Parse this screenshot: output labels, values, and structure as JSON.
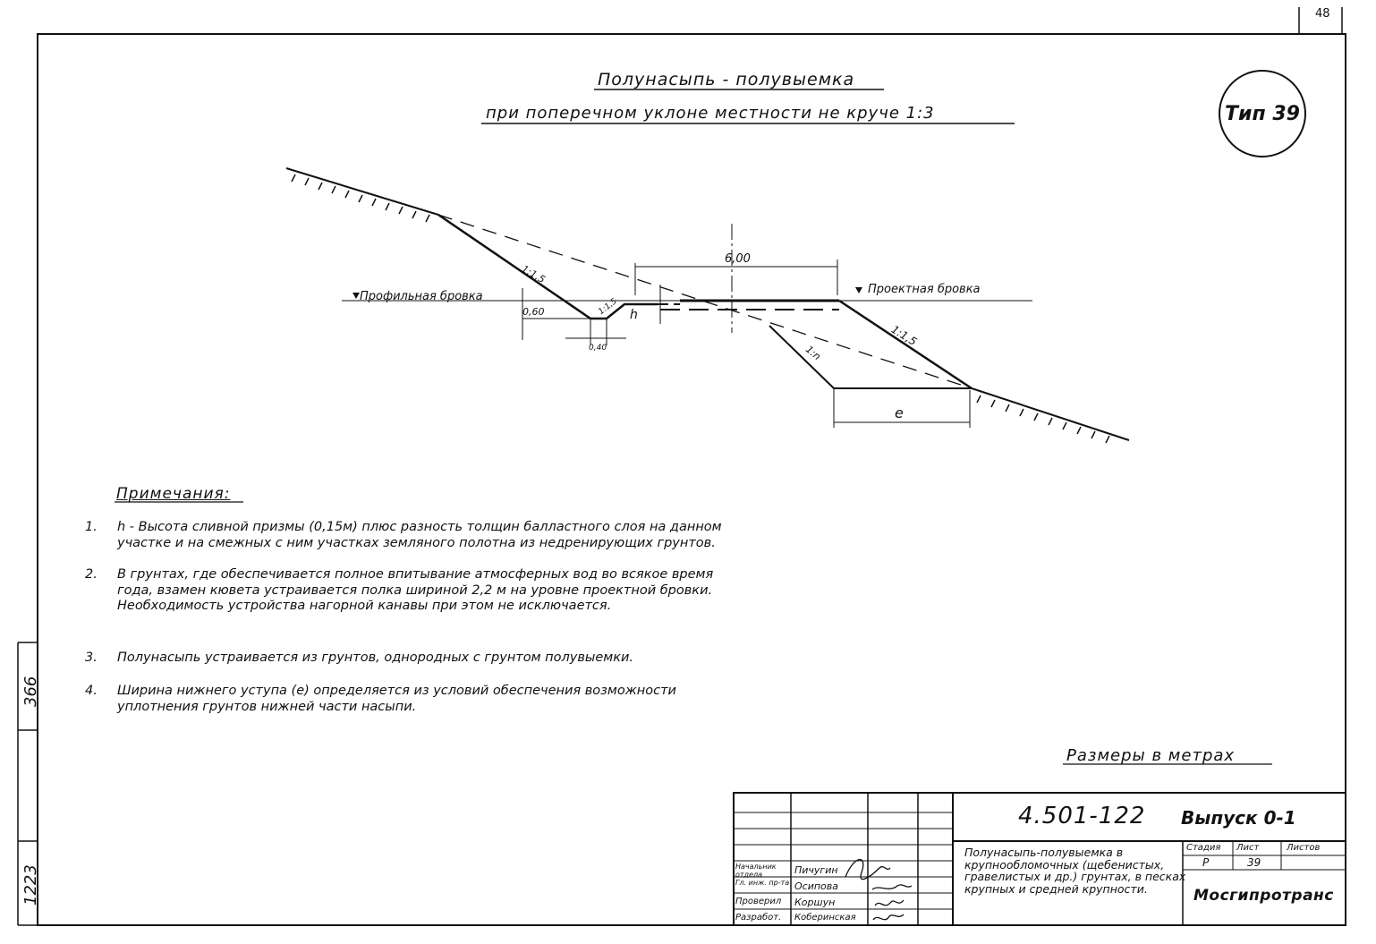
{
  "sheet_number": "48",
  "title": {
    "line1": "Полунасыпь - полувыемка",
    "line2": "при поперечном уклоне местности не круче 1:3",
    "type_label": "Тип 39"
  },
  "drawing": {
    "width_label": "6,00",
    "left_edge_label": "Профильная бровка",
    "right_edge_label": "Проектная бровка",
    "slope_cut": "1:1,5",
    "slope_ditch": "1:1,5",
    "slope_fill": "1:1,5",
    "slope_inner": "1:n",
    "depth_label": "0,60",
    "ditch_bottom_label": "0,40",
    "h_label": "h",
    "e_label": "e"
  },
  "notes": {
    "heading": "Примечания:",
    "items": [
      {
        "num": "1.",
        "text": "h - Высота сливной призмы (0,15м) плюс разность толщин балластного слоя на данном участке и на смежных с ним участках земляного полотна из недренирующих грунтов."
      },
      {
        "num": "2.",
        "text": "В грунтах, где обеспечивается полное впитывание атмосферных вод во всякое время года, взамен кювета устраивается полка шириной 2,2 м на уровне проектной бровки. Необходимость устройства нагорной канавы при этом не исключается."
      },
      {
        "num": "3.",
        "text": "Полунасыпь устраивается из грунтов, однородных с грунтом полувыемки."
      },
      {
        "num": "4.",
        "text": "Ширина нижнего уступа (e) определяется из условий обеспечения возможности уплотнения грунтов нижней части насыпи."
      }
    ]
  },
  "dims_note": "Размеры в метрах",
  "stamp": {
    "code": "4.501-122",
    "issue": "Выпуск 0-1",
    "description": "Полунасыпь-полувыемка в крупнообломочных (щебенистых, гравелистых и др.) грунтах, в песках крупных и средней крупности.",
    "stage_header": "Стадия",
    "sheet_header": "Лист",
    "sheets_header": "Листов",
    "stage": "Р",
    "sheet": "39",
    "organization": "Мосгипротранс",
    "rows": [
      {
        "role": "Начальник отдела",
        "name": "Пичугин"
      },
      {
        "role": "Гл. инж. пр-та",
        "name": "Осипова"
      },
      {
        "role": "Проверил",
        "name": "Коршун"
      },
      {
        "role": "Разработ.",
        "name": "Коберинская"
      }
    ]
  },
  "margin": {
    "inv_top": "366",
    "inv_bottom": "1223"
  }
}
